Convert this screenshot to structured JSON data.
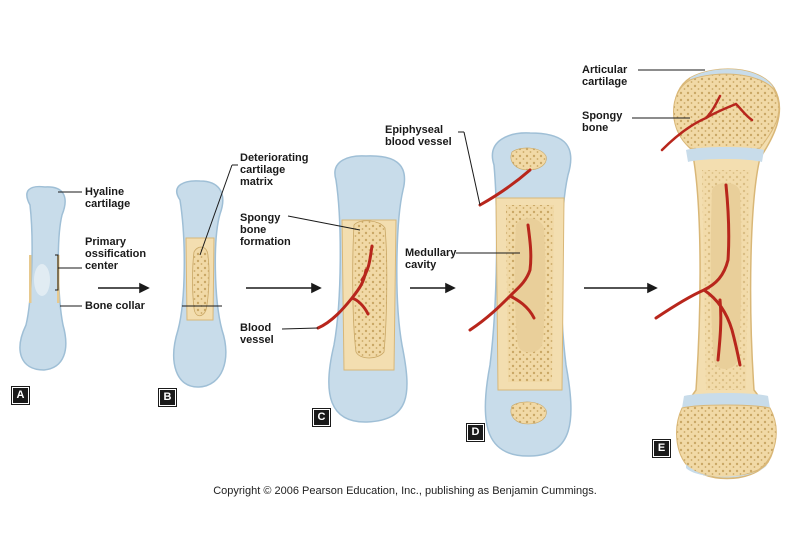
{
  "stages": [
    {
      "letter": "A"
    },
    {
      "letter": "B"
    },
    {
      "letter": "C"
    },
    {
      "letter": "D"
    },
    {
      "letter": "E"
    }
  ],
  "labels": {
    "hyaline_cartilage": "Hyaline\ncartilage",
    "primary_ossification_center": "Primary\nossification\ncenter",
    "bone_collar": "Bone collar",
    "deteriorating_cartilage_matrix": "Deteriorating\ncartilage\nmatrix",
    "spongy_bone_formation": "Spongy\nbone\nformation",
    "blood_vessel": "Blood\nvessel",
    "epiphyseal_blood_vessel": "Epiphyseal\nblood vessel",
    "medullary_cavity": "Medullary\ncavity",
    "articular_cartilage": "Articular\ncartilage",
    "spongy_bone": "Spongy\nbone"
  },
  "colors": {
    "cartilage": "#c8dcea",
    "cartilage_edge": "#9fbfd6",
    "bone": "#f3deb0",
    "bone_edge": "#d9b777",
    "spongy": "#e7c98e",
    "vessel": "#b8261c",
    "marrow": "#e9cf9a"
  },
  "copyright": "Copyright © 2006 Pearson Education, Inc., publishing as Benjamin Cummings."
}
